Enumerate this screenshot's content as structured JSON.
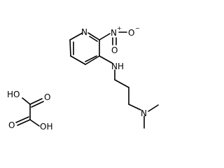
{
  "structure": {
    "nitropyridine_amine": {
      "ring_nitrogen": "N",
      "nitro_nitrogen": "N",
      "nitro_plus": "+",
      "nitro_oxygen_right": "O",
      "nitro_oxygen_right_minus": "−",
      "nitro_oxygen_bottom": "O",
      "amine": "NH",
      "dimethylamine": "N"
    },
    "oxalic_acid": {
      "hydroxyl_top": "HO",
      "carbonyl_top": "O",
      "carbonyl_bottom": "O",
      "hydroxyl_bottom": "OH"
    }
  }
}
